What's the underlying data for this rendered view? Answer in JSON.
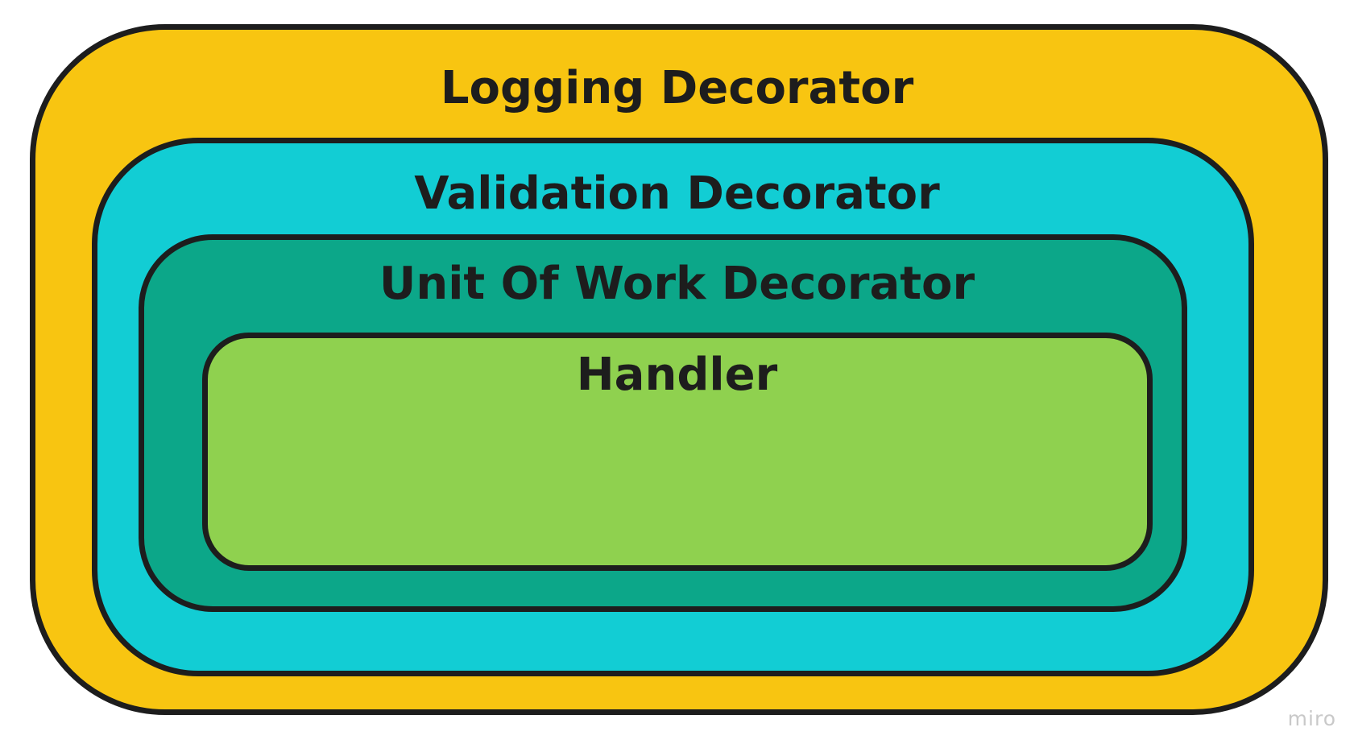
{
  "layers": [
    {
      "id": "logging",
      "label": "Logging Decorator",
      "color": "#f8c511"
    },
    {
      "id": "validation",
      "label": "Validation Decorator",
      "color": "#12cdd4"
    },
    {
      "id": "uow",
      "label": "Unit Of Work Decorator",
      "color": "#0ca789"
    },
    {
      "id": "handler",
      "label": "Handler",
      "color": "#8fd14f"
    }
  ],
  "watermark": "miro"
}
